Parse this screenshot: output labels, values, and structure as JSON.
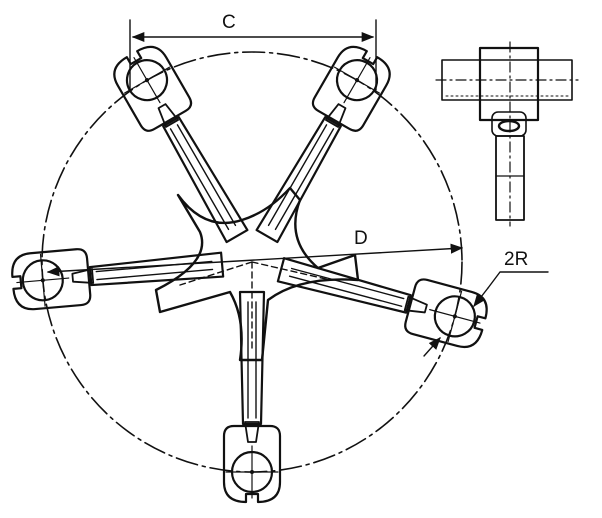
{
  "diagram": {
    "labels": {
      "c": "C",
      "d": "D",
      "radius": "2R"
    },
    "arms": [
      {
        "id": "upper-left",
        "angle_deg": -120
      },
      {
        "id": "upper-right",
        "angle_deg": -60
      },
      {
        "id": "right",
        "angle_deg": 15
      },
      {
        "id": "bottom",
        "angle_deg": 90
      },
      {
        "id": "left",
        "angle_deg": 175
      }
    ],
    "colors": {
      "ink": "#111111",
      "paper": "#ffffff"
    },
    "icons": {
      "hub": "spacer-hub-icon",
      "side_view": "side-view-icon"
    }
  }
}
